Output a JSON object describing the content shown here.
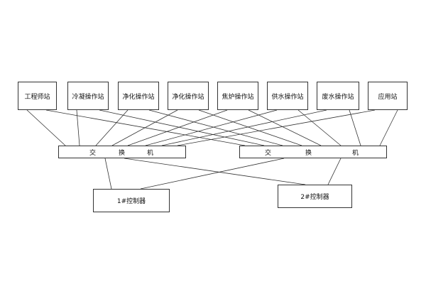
{
  "stations": [
    "工程师站",
    "冷凝操作站",
    "净化操作站",
    "净化操作站",
    "焦炉操作站",
    "供水操作站",
    "废水操作站",
    "应用站"
  ],
  "switches": [
    {
      "chars": [
        "交",
        "换",
        "机"
      ]
    },
    {
      "chars": [
        "交",
        "换",
        "机"
      ]
    }
  ],
  "controllers": [
    "1#控制器",
    "2#控制器"
  ],
  "connections": {
    "station_to_switch": "every station connects to both switches",
    "switch_to_controller": "each switch connects to both controllers"
  }
}
